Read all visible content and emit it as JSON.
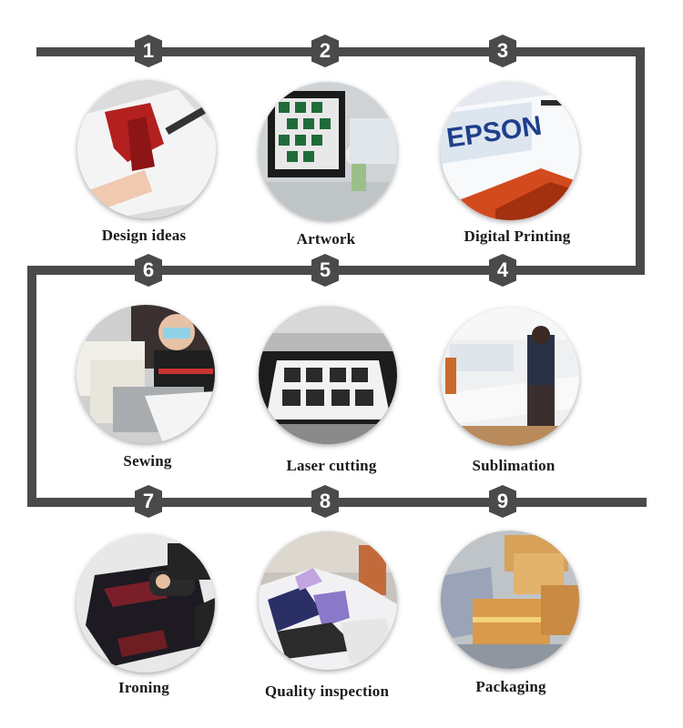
{
  "colors": {
    "connector": "#4a4a4a",
    "badge": "#4a4a4a",
    "label": "#1a1a1a"
  },
  "steps": [
    {
      "number": "1",
      "label": "Design ideas",
      "scene": "design-sketch-photo"
    },
    {
      "number": "2",
      "label": "Artwork",
      "scene": "artwork-monitor-photo"
    },
    {
      "number": "3",
      "label": "Digital Printing",
      "scene": "epson-printer-photo",
      "brand_text": "EPSON"
    },
    {
      "number": "4",
      "label": "Sublimation",
      "scene": "sublimation-workshop-photo"
    },
    {
      "number": "5",
      "label": "Laser cutting",
      "scene": "laser-cutter-photo"
    },
    {
      "number": "6",
      "label": "Sewing",
      "scene": "sewing-machine-photo"
    },
    {
      "number": "7",
      "label": "Ironing",
      "scene": "ironing-photo"
    },
    {
      "number": "8",
      "label": "Quality inspection",
      "scene": "quality-inspection-photo"
    },
    {
      "number": "9",
      "label": "Packaging",
      "scene": "packaging-boxes-photo"
    }
  ]
}
